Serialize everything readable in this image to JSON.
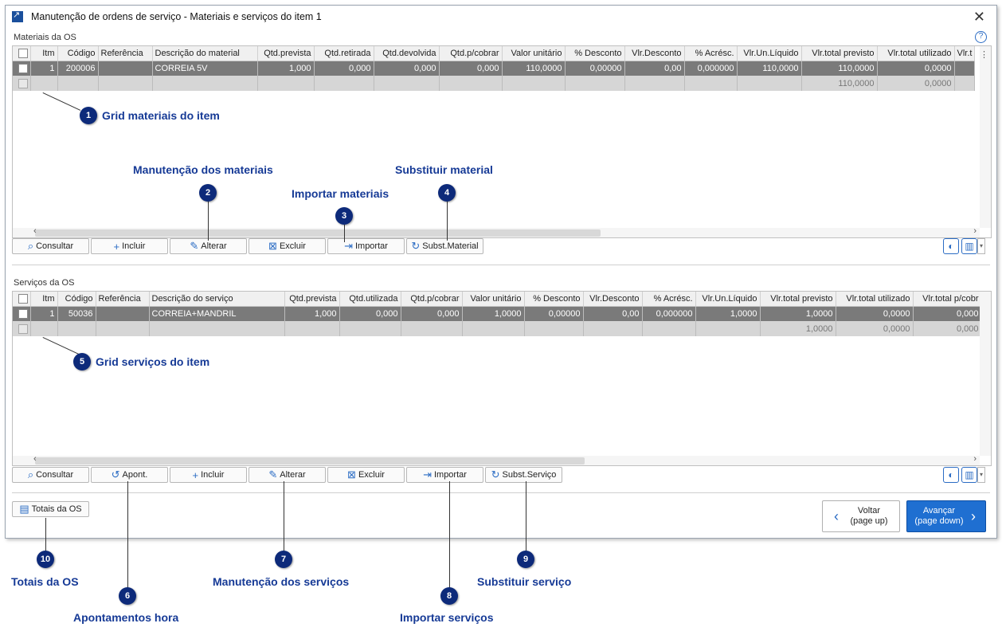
{
  "window": {
    "title": "Manutenção de ordens de serviço - Materiais e serviços do item  1",
    "close_icon": "close-icon",
    "help_icon": "help-icon"
  },
  "materials": {
    "section_label": "Materiais da OS",
    "columns": [
      "Itm",
      "Código",
      "Referência",
      "Descrição do material",
      "Qtd.prevista",
      "Qtd.retirada",
      "Qtd.devolvida",
      "Qtd.p/cobrar",
      "Valor unitário",
      "% Desconto",
      "Vlr.Desconto",
      "% Acrésc.",
      "Vlr.Un.Líquido",
      "Vlr.total previsto",
      "Vlr.total utilizado",
      "Vlr.t"
    ],
    "rows": [
      [
        "1",
        "200006",
        "",
        "CORREIA 5V",
        "1,000",
        "0,000",
        "0,000",
        "0,000",
        "110,0000",
        "0,00000",
        "0,00",
        "0,000000",
        "110,0000",
        "110,0000",
        "0,0000",
        ""
      ]
    ],
    "totals": [
      "",
      "",
      "",
      "",
      "",
      "",
      "",
      "",
      "",
      "",
      "",
      "",
      "",
      "110,0000",
      "0,0000",
      ""
    ],
    "buttons": [
      "Consultar",
      "Incluir",
      "Alterar",
      "Excluir",
      "Importar",
      "Subst.Material"
    ]
  },
  "services": {
    "section_label": "Serviços da OS",
    "columns": [
      "Itm",
      "Código",
      "Referência",
      "Descrição do serviço",
      "Qtd.prevista",
      "Qtd.utilizada",
      "Qtd.p/cobrar",
      "Valor unitário",
      "% Desconto",
      "Vlr.Desconto",
      "% Acrésc.",
      "Vlr.Un.Líquido",
      "Vlr.total previsto",
      "Vlr.total utilizado",
      "Vlr.total p/cobr"
    ],
    "rows": [
      [
        "1",
        "50036",
        "",
        "CORREIA+MANDRIL",
        "1,000",
        "0,000",
        "0,000",
        "1,0000",
        "0,00000",
        "0,00",
        "0,000000",
        "1,0000",
        "1,0000",
        "0,0000",
        "0,000"
      ]
    ],
    "totals": [
      "",
      "",
      "",
      "",
      "",
      "",
      "",
      "",
      "",
      "",
      "",
      "",
      "1,0000",
      "0,0000",
      "0,000"
    ],
    "buttons": [
      "Consultar",
      "Apont.",
      "Incluir",
      "Alterar",
      "Excluir",
      "Importar",
      "Subst.Serviço"
    ]
  },
  "footer": {
    "totals_button": "Totais da OS",
    "back_label": "Voltar",
    "back_sub": "(page up)",
    "next_label": "Avançar",
    "next_sub": "(page down)"
  },
  "callouts": [
    {
      "num": "1",
      "text": "Grid materiais do item"
    },
    {
      "num": "2",
      "text": "Manutenção dos materiais"
    },
    {
      "num": "3",
      "text": "Importar materiais"
    },
    {
      "num": "4",
      "text": "Substituir material"
    },
    {
      "num": "5",
      "text": "Grid serviços do item"
    },
    {
      "num": "6",
      "text": "Apontamentos hora"
    },
    {
      "num": "7",
      "text": "Manutenção dos serviços"
    },
    {
      "num": "8",
      "text": "Importar serviços"
    },
    {
      "num": "9",
      "text": "Substituir serviço"
    },
    {
      "num": "10",
      "text": "Totais da OS"
    }
  ],
  "colors": {
    "accent": "#2b6cc4",
    "callout": "#0d2a7a",
    "callout_text": "#163a96",
    "selected_row": "#7a7a7a"
  }
}
